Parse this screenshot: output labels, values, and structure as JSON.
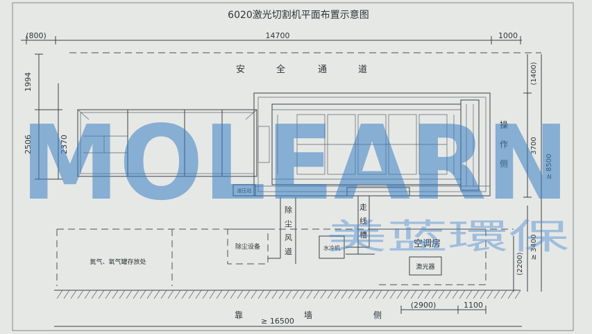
{
  "title": "6020激光切割机平面布置示意图",
  "dims": {
    "top_left": "(800)",
    "top_main": "14700",
    "top_right": "1000",
    "left_1": "1994",
    "left_2": "2506",
    "left_3": "2370",
    "right_1": "(1400)",
    "right_2": "3700",
    "right_3": "≥ 8500",
    "right_4": "≥ 3400",
    "right_5": "(2200)",
    "bottom_1": "(2900)",
    "bottom_2": "1100",
    "bottom_total": "≥ 16500"
  },
  "labels": {
    "safety_passage": [
      "安",
      "全",
      "通",
      "道"
    ],
    "operation_side": [
      "操",
      "作",
      "侧"
    ],
    "hydraulic_station": "液压站",
    "dust_duct": [
      "除",
      "尘",
      "风",
      "道"
    ],
    "cable_trough": [
      "走",
      "线",
      "槽"
    ],
    "dust_equipment": "除尘设备",
    "water_chiller": "水冷机",
    "ac_room": "空调房",
    "laser": "激光器",
    "gas_storage": "氮气、氧气罐存放处",
    "wall_side": [
      "靠",
      "墙",
      "侧"
    ]
  },
  "watermark": {
    "latin": "MOLEARN",
    "cn": "美蓝環保"
  },
  "colors": {
    "paper": "#e6e8e6",
    "ink": "#3a3f44",
    "watermark": "#3b7fc4"
  }
}
